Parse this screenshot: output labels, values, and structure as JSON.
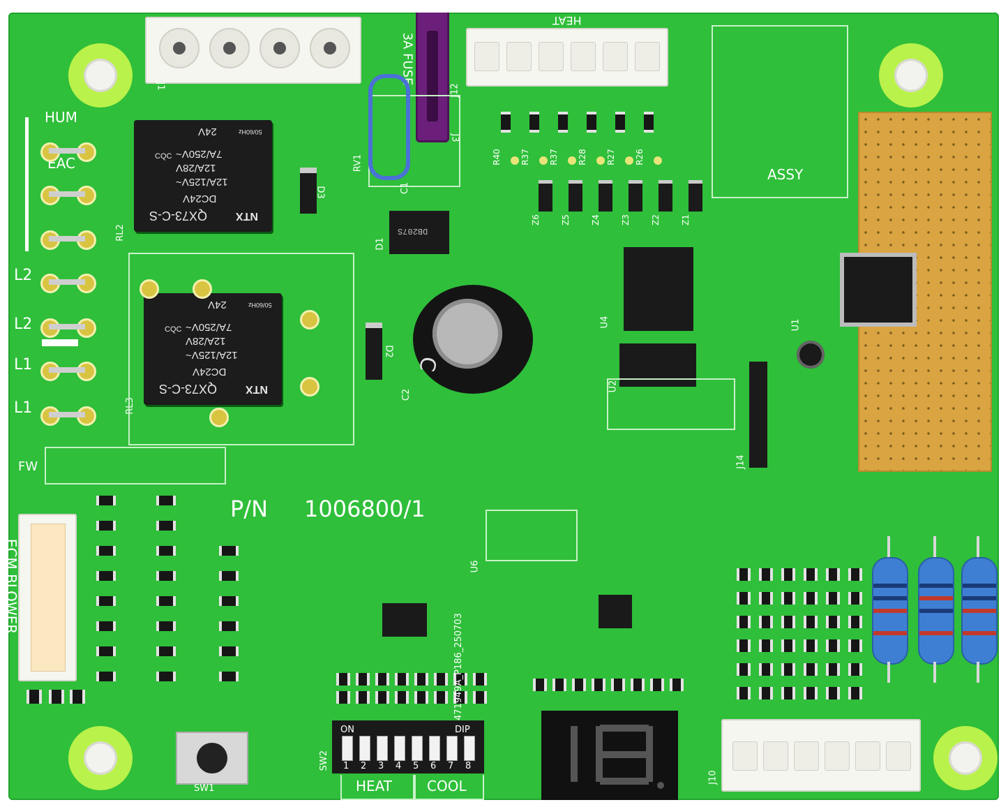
{
  "board": {
    "part_number_label": "P/N",
    "part_number": "1006800/1",
    "assy_label": "ASSY",
    "fw_label": "FW",
    "ecm_label": "ECM BLOWER",
    "hum_label": "HUM",
    "eac_label": "EAC",
    "l2_label_a": "L2",
    "l2_label_b": "L2",
    "l1_label_a": "L1",
    "l1_label_b": "L1",
    "heat_label": "HEAT",
    "cool_label": "COOL",
    "on_label": "ON",
    "dip_label": "DIP",
    "fuse_label": "3A FUSE",
    "heat_top_label": "HEAT",
    "version_code": "471949A_P186_250703",
    "relay_model": "QX73-C-S",
    "relay_coil": "DC24V",
    "relay_rating1": "12A/125V~",
    "relay_rating2": "12A/28V",
    "relay_rating3": "7A/250V~",
    "relay_volt": "24V",
    "relay_brand": "NTX",
    "relay_cqc": "CQC",
    "relay_freq": "50/60Hz",
    "bridge_part": "DB207S",
    "cap_mark": "C",
    "sw1_label": "SW1",
    "sw2_label": "SW2",
    "rl2_label": "RL2",
    "rl3_label": "RL3",
    "j12_label": "J12",
    "j3_label": "J3",
    "j1_label": "J1",
    "rv1_label": "RV1",
    "d1_label": "D1",
    "d2_label": "D2",
    "d3_label": "D3",
    "c1_label": "C1",
    "c2_label": "C2",
    "u1_label": "U1",
    "u2_label": "U2",
    "u4_label": "U4",
    "u6_label": "U6",
    "j10_label": "J10",
    "j14_label": "J14",
    "dip_numbers": [
      "1",
      "2",
      "3",
      "4",
      "5",
      "6",
      "7",
      "8"
    ],
    "res_top": [
      "R40",
      "R37",
      "R37",
      "R28",
      "R27",
      "R26"
    ],
    "zener": [
      "Z6",
      "Z5",
      "Z4",
      "Z3",
      "Z2",
      "Z1"
    ]
  },
  "colors": {
    "pcb": "#2fbf3a",
    "silkscreen": "#ffffff",
    "fuse": "#6b1f7a",
    "relay": "#1c1c1c",
    "copper_pad": "#d9a441",
    "resistor_body": "#3f7fd3"
  }
}
